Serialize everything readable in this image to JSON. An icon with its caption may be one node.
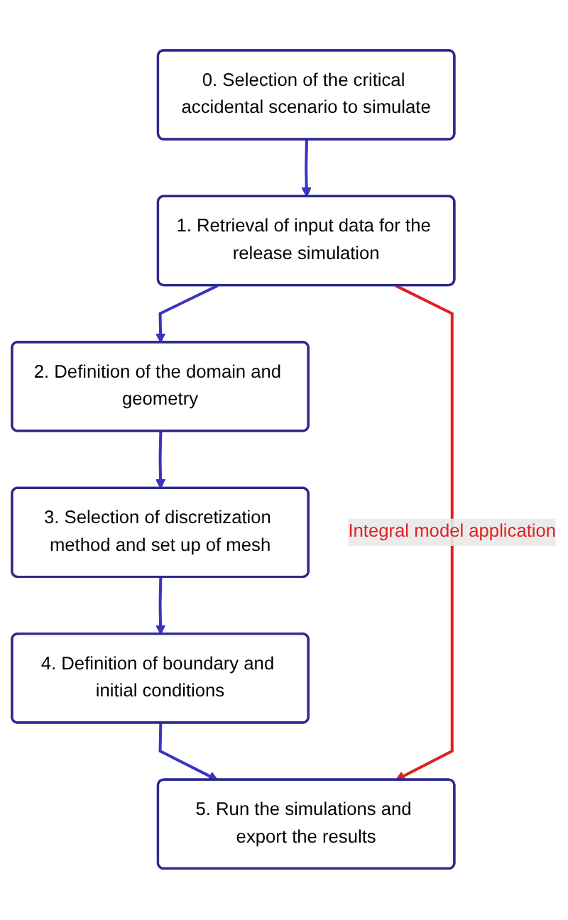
{
  "diagram": {
    "nodes": [
      {
        "text": [
          "0. Selection of the critical accidental scenario to simulate"
        ]
      },
      {
        "text": [
          "1. Retrieval of input data for the release simulation"
        ]
      },
      {
        "text": [
          "2. Definition of the domain and geometry"
        ]
      },
      {
        "text": [
          "3. Selection of discretization method and set up of mesh"
        ]
      },
      {
        "text": [
          "4. Definition of boundary and initial conditions"
        ]
      },
      {
        "text": [
          "5. Run the simulations and export the results"
        ]
      }
    ],
    "edges": [
      {
        "from": 0,
        "to": 1,
        "arrow": "to"
      },
      {
        "from": 1,
        "to": 2,
        "arrow": "to"
      },
      {
        "from": 2,
        "to": 3,
        "arrow": "to"
      },
      {
        "from": 3,
        "to": 4,
        "arrow": "to"
      },
      {
        "from": 4,
        "to": 5,
        "arrow": "to"
      },
      {
        "from": 1,
        "to": 5,
        "arrow": "to",
        "label": "Integral model application",
        "color": "#e02020"
      }
    ]
  }
}
